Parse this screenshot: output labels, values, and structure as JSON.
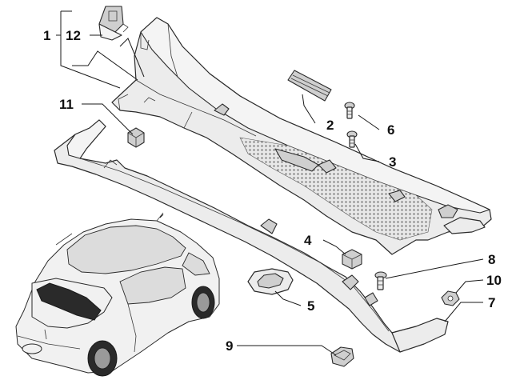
{
  "diagram": {
    "callouts": [
      {
        "id": "1",
        "label": "1"
      },
      {
        "id": "2",
        "label": "2"
      },
      {
        "id": "3",
        "label": "3"
      },
      {
        "id": "4",
        "label": "4"
      },
      {
        "id": "5",
        "label": "5"
      },
      {
        "id": "6",
        "label": "6"
      },
      {
        "id": "7",
        "label": "7"
      },
      {
        "id": "8",
        "label": "8"
      },
      {
        "id": "9",
        "label": "9"
      },
      {
        "id": "10",
        "label": "10"
      },
      {
        "id": "11",
        "label": "11"
      },
      {
        "id": "12",
        "label": "12"
      }
    ],
    "colors": {
      "line": "#2a2a2a",
      "fill": "#ececec",
      "highlight": "#1a1a1a"
    }
  }
}
